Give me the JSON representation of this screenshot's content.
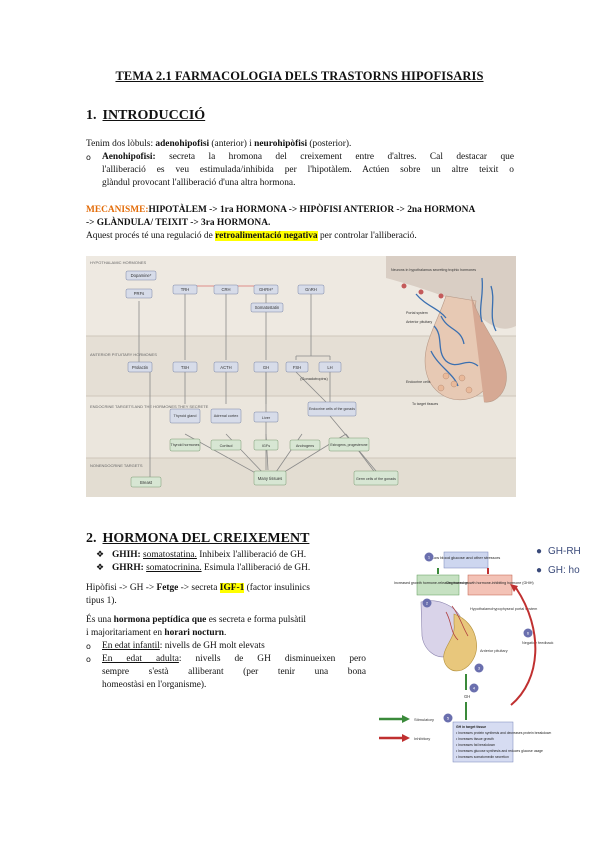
{
  "title": "TEMA 2.1 FARMACOLOGIA DELS TRASTORNS HIPOFISARIS",
  "s1": {
    "num": "1.",
    "heading": "INTRODUCCIÓ",
    "p1_a": "Tenim dos lòbuls: ",
    "p1_b": "adenohipofisi",
    "p1_c": " (anterior) i ",
    "p1_d": "neurohipòfisi",
    "p1_e": " (posterior).",
    "bullet_mark": "o",
    "b1_term": "Aenohipofisi:",
    "b1_l1": "secreta la hromona del creixement entre d'altres. Cal destacar que",
    "b1_l2": "l'alliberació es veu estimulada/inhibida per l'hipotàlem. Actúen sobre un altre teixit o",
    "b1_l3": "glàndul provocant l'alliberació d'una altra hormona.",
    "mec_label": "MECANISME:",
    "mec_l1": "HIPOTÀLEM -> 1ra HORMONA -> HIPÒFISI ANTERIOR -> 2na HORMONA",
    "mec_l2": "-> GLÀNDULA/ TEIXIT -> 3ra HORMONA.",
    "ret_a": "Aquest procés té una regulació de ",
    "ret_b": "retroalimentació negativa",
    "ret_c": " per controlar l'alliberació."
  },
  "fig1": {
    "row_labels": [
      "HYPOTHALAMIC HORMONES",
      "ANTERIOR PITUITARY HORMONES",
      "ENDOCRINE TARGETS AND THE HORMONES THEY SECRETE",
      "NONENDOCRINE TARGETS"
    ],
    "hypo": [
      "Dopamine*",
      "PRFs",
      "TRH",
      "CRH",
      "GHRH*",
      "Somatostatin",
      "GnRH"
    ],
    "pit": [
      "Prolactin",
      "TSH",
      "ACTH",
      "GH",
      "FSH",
      "LH"
    ],
    "gonado": "(Gonadotropins)",
    "endo": [
      "Thyroid gland",
      "Adrenal cortex",
      "Liver",
      "Endocrine cells of the gonads"
    ],
    "endo_h": [
      "Thyroid hormones",
      "Cortisol",
      "IGFs",
      "Androgens",
      "Estrogens, progesterone"
    ],
    "nonendo": [
      "Breast",
      "Many tissues",
      "Germ cells of the gonads"
    ],
    "anat": [
      "Neurons in hypothalamus secreting trophic hormones",
      "Portal system",
      "Anterior pituitary",
      "Endocrine cells",
      "To target tissues"
    ]
  },
  "s2": {
    "num": "2.",
    "heading": "HORMONA DEL CREIXEMENT",
    "star": "❖",
    "ghih_a": "GHIH: ",
    "ghih_b": "somatostatina.",
    "ghih_c": " Inhibeix l'alliberació de GH.",
    "ghrh_a": "GHRH: ",
    "ghrh_b": "somatocrinina.",
    "ghrh_c": " Esimula l'alliberació de GH.",
    "path_a": "Hipòfisi -> GH -> ",
    "path_b": "Fetge",
    "path_c": " ->  secreta ",
    "path_d": "IGF-1",
    "path_e": " (factor insulinics",
    "path_f": "tipus 1).",
    "pep_a": "És una ",
    "pep_b": "hormona peptídica que",
    "pep_c": " es secreta e forma pulsàtil",
    "pep_d": "i majoritariament en ",
    "pep_e": "horari nocturn",
    "pep_f": ".",
    "bullet_mark": "o",
    "inf_a": "En edat infantil",
    "inf_b": ": nivells de GH molt elevats",
    "adu_a": "En edat adulta",
    "adu_b": ": nivells de GH disminueixen pero",
    "adu_l2": "sempre s'està alliberant (per tenir una bona",
    "adu_l3": "homeostàsi en l'organisme)."
  },
  "fig2": {
    "legend_dot": "●",
    "legend1": "GH-RH",
    "legend2": "GH: ho",
    "top_box": "Low blood glucose and other stressors",
    "ghrh_box": "Increased growth hormone-releasing hormone (GHRH)",
    "ghih_box": "Decreased growth hormone-inhibiting hormone (GHIH)",
    "portal": "Hypothalamohypophyseal portal system",
    "ant_pit": "Anterior pituitary",
    "neg": "Negative feedback",
    "gh": "GH",
    "stim": "Stimulatory",
    "inhib": "Inhibitory",
    "target_title": "GH in target tissue",
    "targets": [
      "• Increases protein synthesis and decreases protein breakdown",
      "• Increases tissue growth",
      "• Increases fat breakdown",
      "• Increases glucose synthesis and reduces glucose usage",
      "• Increases somatomedin secretion"
    ],
    "nums": [
      "1",
      "2",
      "3",
      "4",
      "5",
      "6"
    ]
  }
}
